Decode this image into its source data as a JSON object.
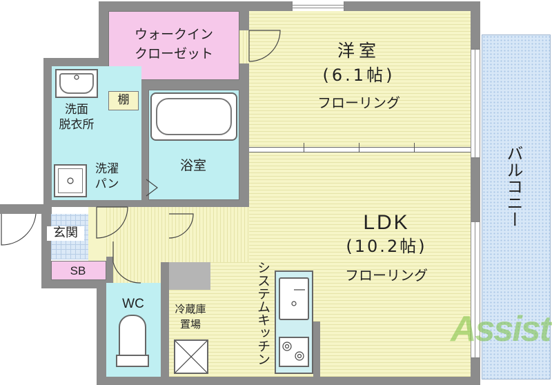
{
  "rooms": {
    "bedroom": {
      "name": "洋室",
      "size": "(6.1帖)",
      "floor": "フローリング"
    },
    "ldk": {
      "name": "LDK",
      "size": "(10.2帖)",
      "floor": "フローリング"
    },
    "walkin_closet": {
      "line1": "ウォークイン",
      "line2": "クローゼット"
    },
    "shelf": "棚",
    "washroom": {
      "line1": "洗面",
      "line2": "脱衣所"
    },
    "washing_pan": {
      "line1": "洗濯",
      "line2": "パン"
    },
    "bathroom": "浴室",
    "entrance": "玄関",
    "shoe_box": "SB",
    "toilet": "WC",
    "fridge_space": {
      "line1": "冷蔵庫",
      "line2": "置場"
    },
    "kitchen": "システムキッチン",
    "balcony": "バルコニー"
  },
  "watermark": "Assist",
  "colors": {
    "floor": "#f6f5c7",
    "wet_area": "#bfeff2",
    "closet": "#f6c8ea",
    "balcony": "#d7e7f7",
    "wall": "#8c8c8c",
    "watermark": "#7cc142"
  }
}
